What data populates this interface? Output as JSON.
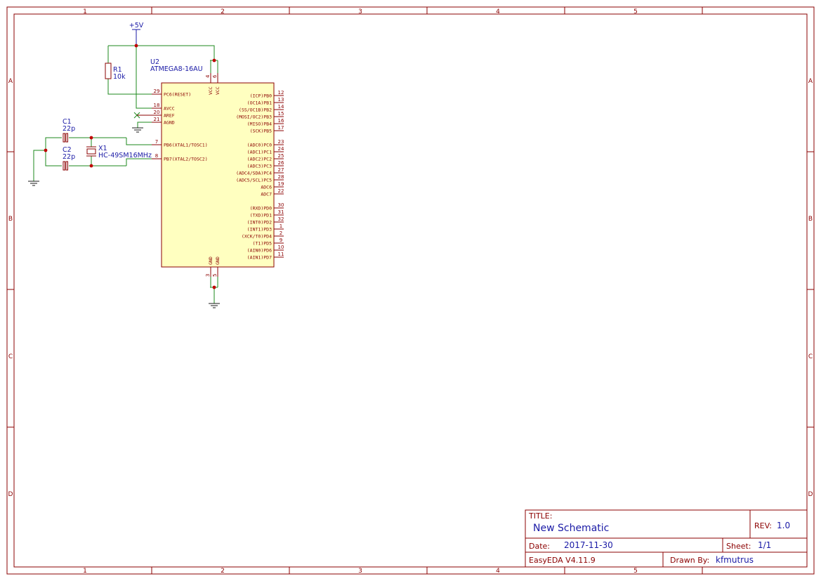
{
  "zones": {
    "columns": [
      "1",
      "2",
      "3",
      "4",
      "5"
    ],
    "rows": [
      "A",
      "B",
      "C",
      "D"
    ]
  },
  "power": {
    "vcc_label": "+5V"
  },
  "components": {
    "u2": {
      "ref": "U2",
      "value": "ATMEGA8-16AU"
    },
    "r1": {
      "ref": "R1",
      "value": "10k"
    },
    "c1": {
      "ref": "C1",
      "value": "22p"
    },
    "c2": {
      "ref": "C2",
      "value": "22p"
    },
    "x1": {
      "ref": "X1",
      "value": "HC-49SM16MHz"
    }
  },
  "ic_left_pins": [
    {
      "num": "29",
      "label": "PC6(RESET)"
    },
    {
      "num": "18",
      "label": "AVCC"
    },
    {
      "num": "20",
      "label": "AREF"
    },
    {
      "num": "21",
      "label": "AGND"
    },
    {
      "num": "7",
      "label": "PB6(XTAL1/TOSC1)"
    },
    {
      "num": "8",
      "label": "PB7(XTAL2/TOSC2)"
    }
  ],
  "ic_right_pins": [
    {
      "num": "12",
      "label": "(ICP)PB0"
    },
    {
      "num": "13",
      "label": "(OC1A)PB1"
    },
    {
      "num": "14",
      "label": "(SS/OC1B)PB2"
    },
    {
      "num": "15",
      "label": "(MOSI/OC2)PB3"
    },
    {
      "num": "16",
      "label": "(MISO)PB4"
    },
    {
      "num": "17",
      "label": "(SCK)PB5"
    },
    {
      "num": "23",
      "label": "(ADC0)PC0"
    },
    {
      "num": "24",
      "label": "(ADC1)PC1"
    },
    {
      "num": "25",
      "label": "(ADC2)PC2"
    },
    {
      "num": "26",
      "label": "(ADC3)PC3"
    },
    {
      "num": "27",
      "label": "(ADC4/SDA)PC4"
    },
    {
      "num": "28",
      "label": "(ADC5/SCL)PC5"
    },
    {
      "num": "19",
      "label": "ADC6"
    },
    {
      "num": "22",
      "label": "ADC7"
    },
    {
      "num": "30",
      "label": "(RXD)PD0"
    },
    {
      "num": "31",
      "label": "(TXD)PD1"
    },
    {
      "num": "32",
      "label": "(INT0)PD2"
    },
    {
      "num": "1",
      "label": "(INT1)PD3"
    },
    {
      "num": "2",
      "label": "(XCK/T0)PD4"
    },
    {
      "num": "9",
      "label": "(T1)PD5"
    },
    {
      "num": "10",
      "label": "(AIN0)PD6"
    },
    {
      "num": "11",
      "label": "(AIN1)PD7"
    }
  ],
  "ic_top_pins": [
    {
      "num": "4",
      "label": "VCC"
    },
    {
      "num": "6",
      "label": "VCC"
    }
  ],
  "ic_bottom_pins": [
    {
      "num": "3",
      "label": "GND"
    },
    {
      "num": "5",
      "label": "GND"
    }
  ],
  "title_block": {
    "title_label": "TITLE:",
    "title_value": "New Schematic",
    "rev_label": "REV:",
    "rev_value": "1.0",
    "date_label": "Date:",
    "date_value": "2017-11-30",
    "sheet_label": "Sheet:",
    "sheet_value": "1/1",
    "tool": "EasyEDA V4.11.9",
    "drawn_label": "Drawn By:",
    "drawn_value": "kfmutrus"
  },
  "colors": {
    "frame": "#8b0000",
    "wire": "#1c8a1c",
    "component_text": "#1a1aa6",
    "ic_fill": "#ffffc0",
    "junction": "#c00000"
  }
}
